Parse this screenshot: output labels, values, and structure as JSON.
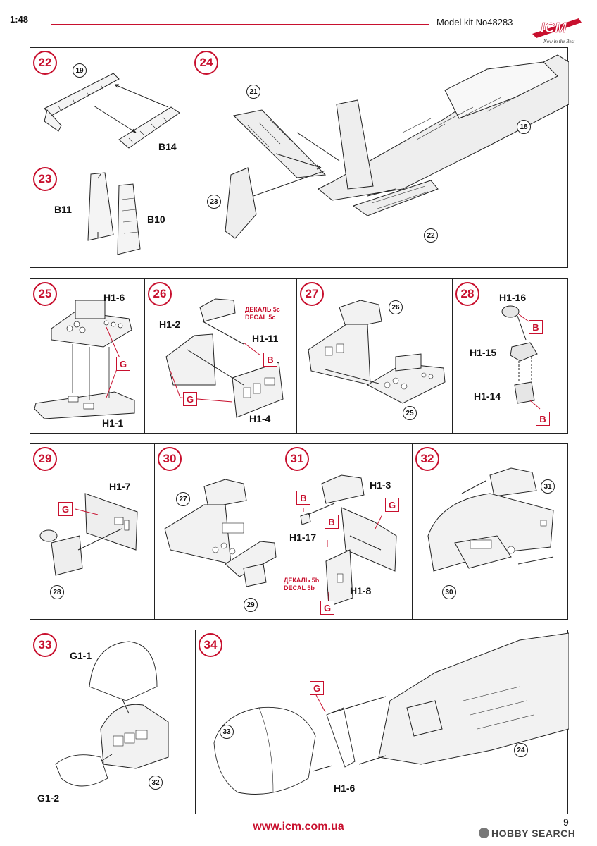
{
  "header": {
    "scale": "1:48",
    "kit": "Model kit No48283",
    "logo_text": "ICM",
    "logo_tagline": "Now in the Best"
  },
  "steps": [
    {
      "num": "22",
      "refs": [
        "19"
      ],
      "labels": [
        "B14"
      ]
    },
    {
      "num": "23",
      "labels": [
        "B11",
        "B10"
      ]
    },
    {
      "num": "24",
      "refs": [
        "21",
        "18",
        "23",
        "22"
      ]
    },
    {
      "num": "25",
      "labels": [
        "H1-6",
        "H1-1"
      ],
      "tags": [
        "G"
      ]
    },
    {
      "num": "26",
      "labels": [
        "H1-2",
        "H1-11",
        "H1-4"
      ],
      "tags": [
        "B",
        "G"
      ],
      "decal": [
        "ДЕКАЛЬ 5c",
        "DECAL 5c"
      ]
    },
    {
      "num": "27",
      "refs": [
        "26",
        "25"
      ]
    },
    {
      "num": "28",
      "labels": [
        "H1-16",
        "H1-15",
        "H1-14"
      ],
      "tags": [
        "B",
        "B"
      ]
    },
    {
      "num": "29",
      "labels": [
        "H1-7"
      ],
      "tags": [
        "G"
      ],
      "refs": [
        "28"
      ]
    },
    {
      "num": "30",
      "refs": [
        "27",
        "29"
      ]
    },
    {
      "num": "31",
      "labels": [
        "H1-3",
        "H1-17",
        "H1-8"
      ],
      "tags": [
        "B",
        "G",
        "B",
        "G"
      ],
      "decal": [
        "ДЕКАЛЬ 5b",
        "DECAL 5b"
      ]
    },
    {
      "num": "32",
      "refs": [
        "31",
        "30"
      ]
    },
    {
      "num": "33",
      "labels": [
        "G1-1",
        "G1-2"
      ],
      "refs": [
        "32"
      ]
    },
    {
      "num": "34",
      "refs": [
        "33",
        "24"
      ],
      "labels": [
        "H1-6"
      ],
      "tags": [
        "G"
      ]
    }
  ],
  "footer": {
    "url": "www.icm.com.ua",
    "page": "9",
    "watermark": "HOBBY SEARCH"
  }
}
